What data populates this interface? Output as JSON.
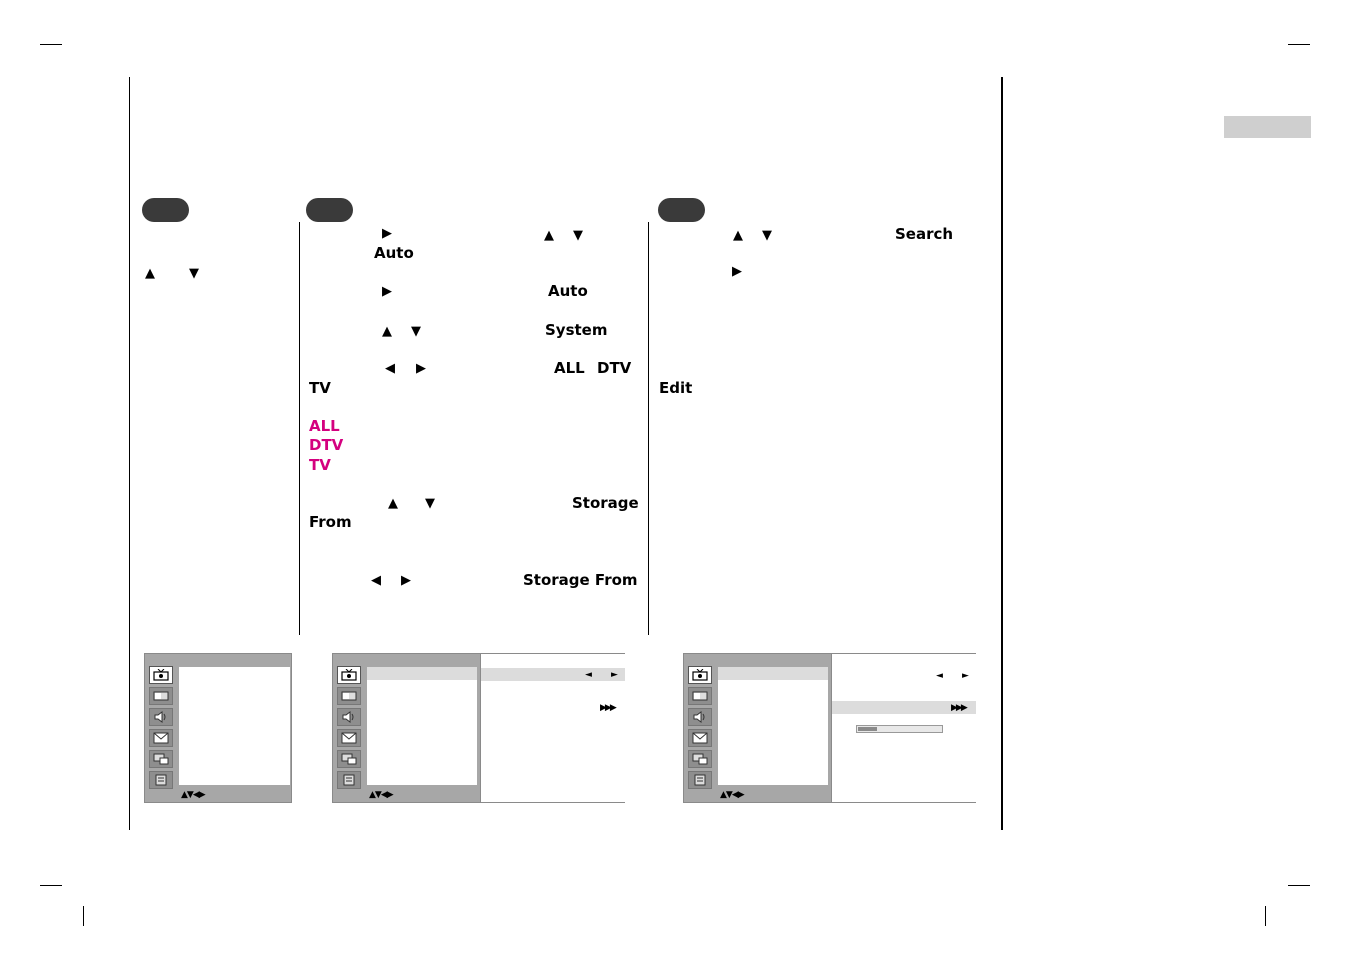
{
  "col2": {
    "auto_1": "Auto",
    "auto_2": "Auto",
    "system": "System",
    "all": "ALL",
    "dtv": "DTV",
    "tv": "TV",
    "opt_all": "ALL",
    "opt_dtv": "DTV",
    "opt_tv": "TV",
    "storage": "Storage",
    "from": "From",
    "storage_from": "Storage From"
  },
  "col3": {
    "search": "Search",
    "edit": "Edit"
  },
  "glyphs": {
    "up": "▲",
    "down": "▼",
    "left": "◀",
    "right": "▶",
    "small_left": "◄",
    "small_right": "►",
    "triple_right": "▶▶▶",
    "nav": "▲▼◀▶"
  },
  "colors": {
    "accent_pink": "#d4007f",
    "pill": "#3a3a3a"
  },
  "osd": {
    "search_progress": 0.22,
    "icons": [
      "tv-icon",
      "picture-icon",
      "sound-icon",
      "time-icon",
      "special-icon",
      "setup-icon"
    ]
  }
}
